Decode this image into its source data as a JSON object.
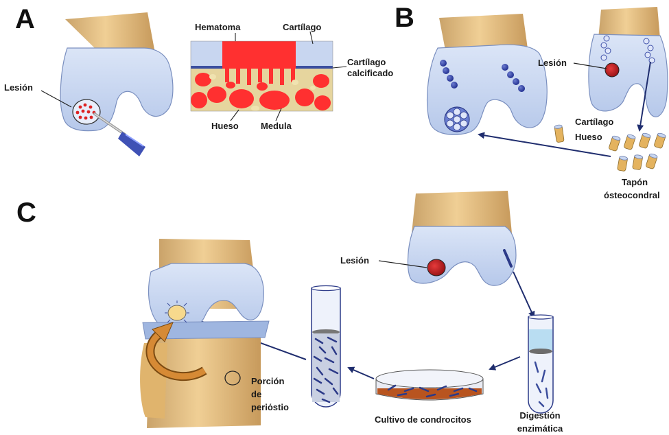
{
  "panels": {
    "a": "A",
    "b": "B",
    "c": "C"
  },
  "panel_a": {
    "lesion": "Lesión",
    "hematoma": "Hematoma",
    "cartilage": "Cartílago",
    "calcified_1": "Cartílago",
    "calcified_2": "calcificado",
    "bone": "Hueso",
    "marrow": "Medula"
  },
  "panel_b": {
    "lesion": "Lesión",
    "cartilage": "Cartílago",
    "bone": "Hueso",
    "plug_1": "Tapón",
    "plug_2": "ósteocondral"
  },
  "panel_c": {
    "lesion": "Lesión",
    "periosteum_1": "Porción",
    "periosteum_2": "de",
    "periosteum_3": "periόstio",
    "culture": "Cultivo de condrocitos",
    "digestion_1": "Digestión",
    "digestion_2": "enzimática"
  },
  "colors": {
    "bone": "#e2b877",
    "cartilage": "#c8d6f0",
    "lesion": "#c0161c",
    "hematoma": "#ff3030",
    "navy": "#1f2d6e",
    "arrow_orange": "#d68a35"
  }
}
